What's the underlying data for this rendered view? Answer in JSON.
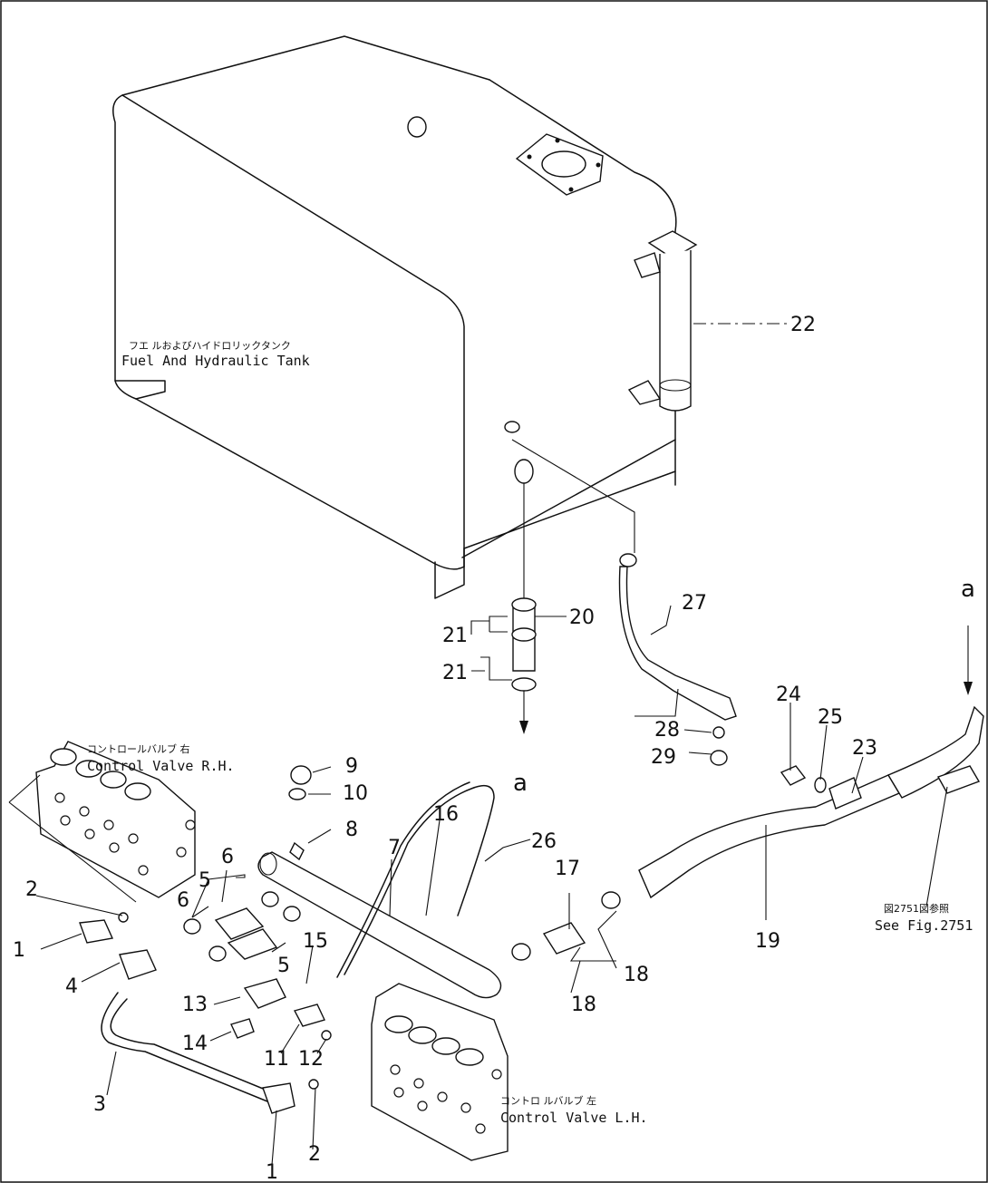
{
  "labels": {
    "tank_jp": "フエ ルおよびハイドロリックタンク",
    "tank_en": "Fuel And Hydraulic Tank",
    "cv_rh_jp": "コントロールバルブ 右",
    "cv_rh_en": "Control Valve R.H.",
    "cv_lh_jp": "コントロ ルバルブ 左",
    "cv_lh_en": "Control Valve L.H.",
    "see_jp": "図2751図参照",
    "see_en": "See Fig.2751",
    "view_a": "a"
  },
  "part_numbers": {
    "p1a": "1",
    "p1b": "1",
    "p2a": "2",
    "p2b": "2",
    "p3": "3",
    "p4": "4",
    "p5a": "5",
    "p5b": "5",
    "p6a": "6",
    "p6b": "6",
    "p7": "7",
    "p8": "8",
    "p9": "9",
    "p10": "10",
    "p11": "11",
    "p12": "12",
    "p13": "13",
    "p14": "14",
    "p15": "15",
    "p16": "16",
    "p17": "17",
    "p18a": "18",
    "p18b": "18",
    "p19": "19",
    "p20": "20",
    "p21a": "21",
    "p21b": "21",
    "p22": "22",
    "p23": "23",
    "p24": "24",
    "p25": "25",
    "p26": "26",
    "p27": "27",
    "p28": "28",
    "p29": "29"
  }
}
